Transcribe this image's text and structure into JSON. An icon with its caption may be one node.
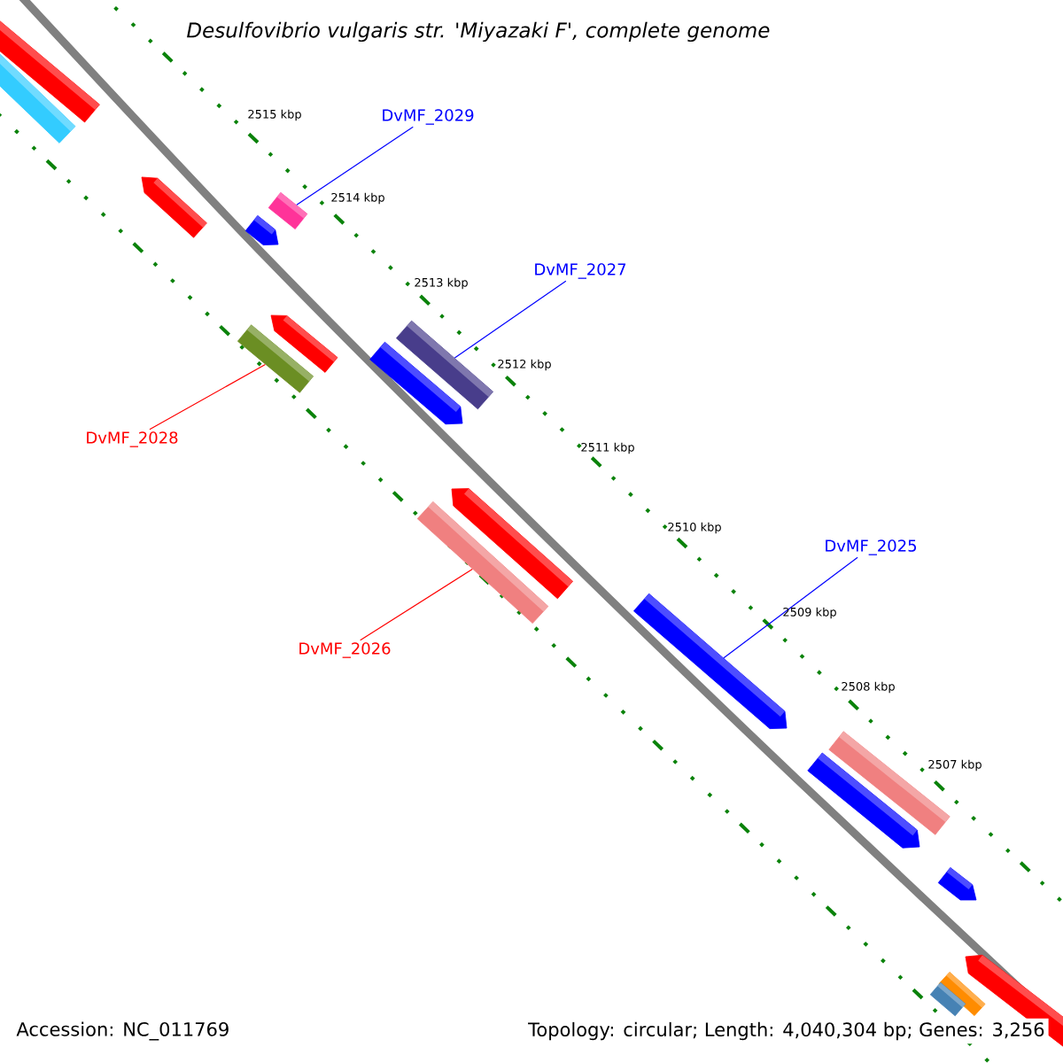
{
  "diagram": {
    "title": "Desulfovibrio vulgaris str. 'Miyazaki F', complete genome",
    "nodes": [
      {
        "text": [],
        "shape": "arrow"
      },
      {
        "text": [],
        "shape": "bar"
      },
      {
        "text": [],
        "shape": "arrow"
      },
      {
        "text": [],
        "shape": "bar"
      },
      {
        "text": [],
        "shape": "arrow"
      },
      {
        "text": [],
        "shape": "arrow"
      },
      {
        "text": [],
        "shape": "bar"
      },
      {
        "text": [],
        "shape": "bar"
      },
      {
        "text": [],
        "shape": "arrow"
      },
      {
        "text": [],
        "shape": "arrow"
      },
      {
        "text": [],
        "shape": "bar"
      },
      {
        "text": [],
        "shape": "arrow"
      },
      {
        "text": [],
        "shape": "bar"
      },
      {
        "text": [],
        "shape": "arrow"
      },
      {
        "text": [],
        "shape": "arrow"
      },
      {
        "text": [],
        "shape": "arrow"
      },
      {
        "text": [],
        "shape": "bar"
      },
      {
        "text": [],
        "shape": "bar"
      },
      {
        "text": [
          "DvMF_2029"
        ]
      },
      {
        "text": [
          "DvMF_2027"
        ]
      },
      {
        "text": [
          "DvMF_2028"
        ]
      },
      {
        "text": [
          "DvMF_2026"
        ]
      },
      {
        "text": [
          "DvMF_2025"
        ]
      }
    ],
    "edges": [
      {
        "from": 18,
        "to": 3,
        "arrow": "none"
      },
      {
        "from": 19,
        "to": 7,
        "arrow": "none"
      },
      {
        "from": 20,
        "to": 6,
        "arrow": "none",
        "color": "#ff0000"
      },
      {
        "from": 21,
        "to": 10,
        "arrow": "none",
        "color": "#ff0000"
      },
      {
        "from": 22,
        "to": 11,
        "arrow": "none"
      }
    ],
    "labels": [
      "2515 kbp",
      "2514 kbp",
      "2513 kbp",
      "2512 kbp",
      "2511 kbp",
      "2510 kbp",
      "2509 kbp",
      "2508 kbp",
      "2507 kbp",
      "Accession: NC_011769",
      "Topology: circular; Length: 4,040,304 bp; Genes: 3,256"
    ]
  }
}
